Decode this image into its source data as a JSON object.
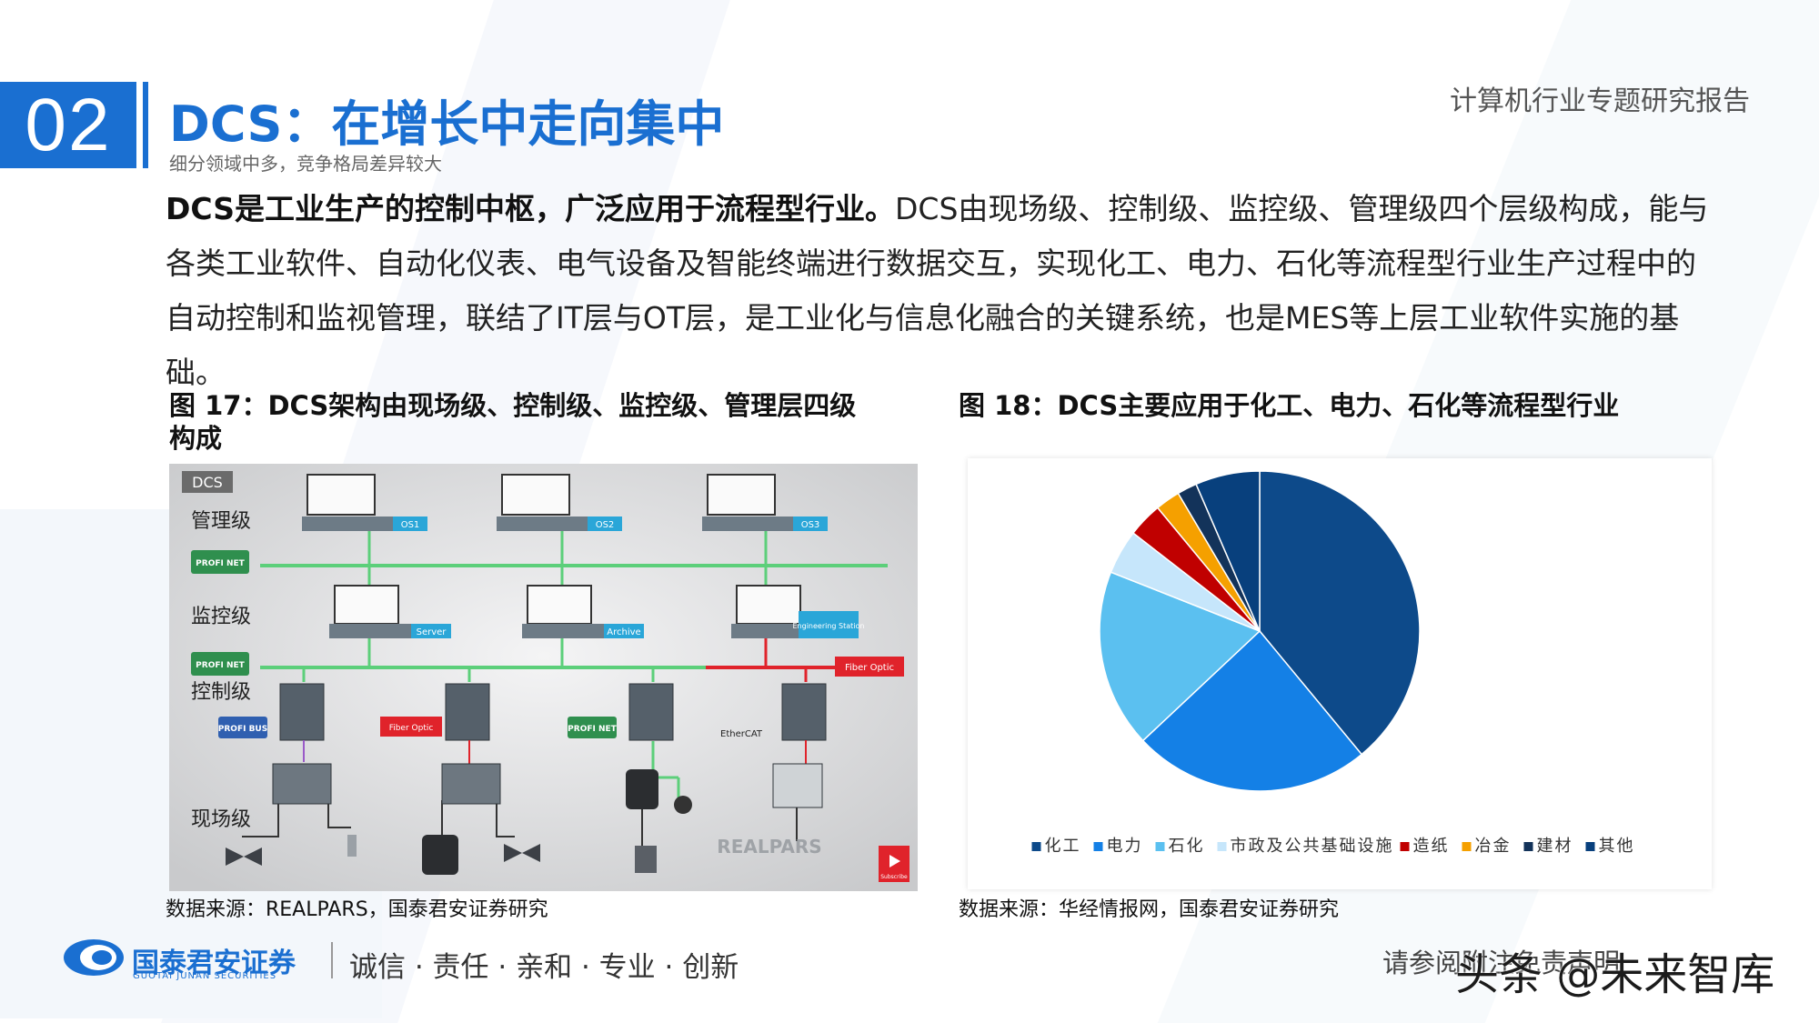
{
  "header": {
    "section_number": "02",
    "title": "DCS：在增长中走向集中",
    "subtitle": "细分领域中多，竞争格局差异较大",
    "report_name": "计算机行业专题研究报告"
  },
  "intro": {
    "bold": "DCS是工业生产的控制中枢，广泛应用于流程型行业。",
    "text": "DCS由现场级、控制级、监控级、管理级四个层级构成，能与各类工业软件、自动化仪表、电气设备及智能终端进行数据交互，实现化工、电力、石化等流程型行业生产过程中的自动控制和监视管理，联结了IT层与OT层，是工业化与信息化融合的关键系统，也是MES等上层工业软件实施的基础。"
  },
  "figure17": {
    "caption": "图 17：DCS架构由现场级、控制级、监控级、管理层四级构成",
    "source": "数据来源：REALPARS，国泰君安证券研究",
    "diagram": {
      "tag": "DCS",
      "levels": [
        "管理级",
        "监控级",
        "控制级",
        "现场级"
      ],
      "os_labels": [
        "OS1",
        "OS2",
        "OS3"
      ],
      "server_labels": [
        "Server",
        "Archive",
        "Engineering Station"
      ],
      "profinet": "PROFI NET",
      "profibus": "PROFI BUS",
      "fiber_optic": "Fiber Optic",
      "ethercat": "EtherCAT",
      "brand": "REALPARS",
      "subscribe": "Subscribe"
    }
  },
  "figure18": {
    "caption": "图 18：DCS主要应用于化工、电力、石化等流程型行业",
    "source": "数据来源：华经情报网，国泰君安证券研究"
  },
  "chart_data": {
    "type": "pie",
    "title": "",
    "legend_position": "bottom",
    "labels": [
      "化工",
      "电力",
      "石化",
      "市政及公共基础设施",
      "造纸",
      "冶金",
      "建材",
      "其他"
    ],
    "values": [
      39,
      24,
      18,
      4.5,
      3.5,
      2.5,
      2,
      6.5
    ],
    "colors": [
      "#0d4a8a",
      "#1480e6",
      "#5bc0f0",
      "#c6e6fb",
      "#c00000",
      "#f5a000",
      "#13335a",
      "#08407d"
    ]
  },
  "footer": {
    "company": "国泰君安证券",
    "company_en": "GUOTAI JUNAN SECURITIES",
    "motto": "诚信 · 责任 · 亲和 · 专业 · 创新",
    "disclaimer": "请参阅附注免责声明",
    "watermark": "头条 @未来智库"
  }
}
